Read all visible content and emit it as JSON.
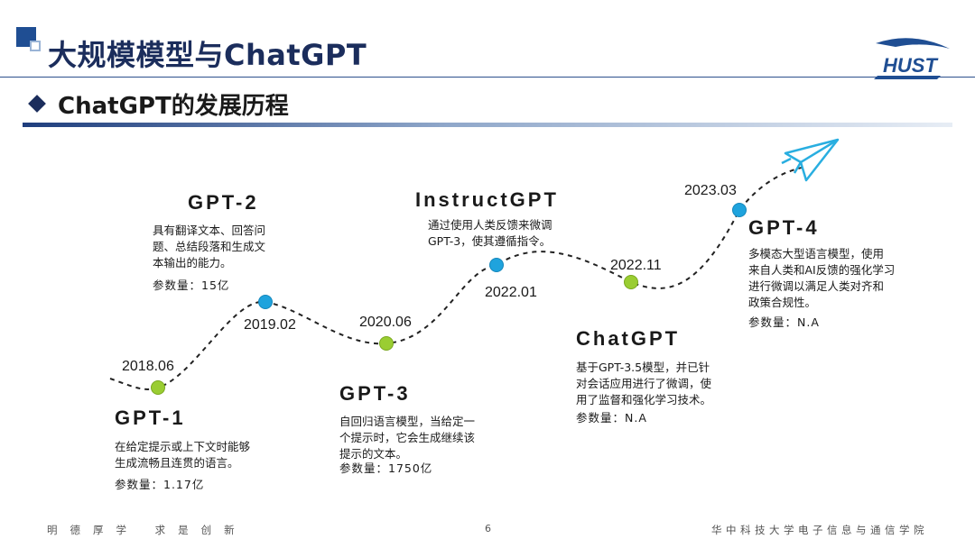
{
  "header": {
    "title": "大规模模型与ChatGPT",
    "subtitle": "ChatGPT的发展历程"
  },
  "logo": {
    "text": "HUST"
  },
  "timeline": [
    {
      "id": "gpt1",
      "date": "2018.06",
      "name": "GPT-1",
      "dot_color": "#9acd32",
      "desc": [
        "在给定提示或上下文时能够",
        "生成流畅且连贯的语言。"
      ],
      "params": "参数量：1.17亿"
    },
    {
      "id": "gpt2",
      "date": "2019.02",
      "name": "GPT-2",
      "dot_color": "#1fa3dd",
      "desc": [
        "具有翻译文本、回答问",
        "题、总结段落和生成文",
        "本输出的能力。"
      ],
      "params": "参数量：15亿"
    },
    {
      "id": "gpt3",
      "date": "2020.06",
      "name": "GPT-3",
      "dot_color": "#9acd32",
      "desc": [
        "自回归语言模型，当给定一",
        "个提示时，它会生成继续该",
        "提示的文本。"
      ],
      "params": "参数量：1750亿"
    },
    {
      "id": "instructgpt",
      "date": "2022.01",
      "name": "InstructGPT",
      "dot_color": "#1fa3dd",
      "desc": [
        "通过使用人类反馈来微调",
        "GPT-3，使其遵循指令。"
      ],
      "params": ""
    },
    {
      "id": "chatgpt",
      "date": "2022.11",
      "name": "ChatGPT",
      "dot_color": "#9acd32",
      "desc": [
        "基于GPT-3.5模型，并已针",
        "对会话应用进行了微调，使",
        "用了监督和强化学习技术。"
      ],
      "params": "参数量：N.A"
    },
    {
      "id": "gpt4",
      "date": "2023.03",
      "name": "GPT-4",
      "dot_color": "#1fa3dd",
      "desc": [
        "多模态大型语言模型，使用",
        "来自人类和AI反馈的强化学习",
        "进行微调以满足人类对齐和",
        "政策合规性。"
      ],
      "params": "参数量：N.A"
    }
  ],
  "footer": {
    "motto": "明德厚学 求是创新",
    "page_number": "6",
    "school": "华中科技大学电子信息与通信学院"
  },
  "colors": {
    "title": "#1b2d5c",
    "accent_blue": "#1f4e93",
    "plane": "#29aee0",
    "dot_green": "#9acd32",
    "dot_blue": "#1fa3dd"
  }
}
